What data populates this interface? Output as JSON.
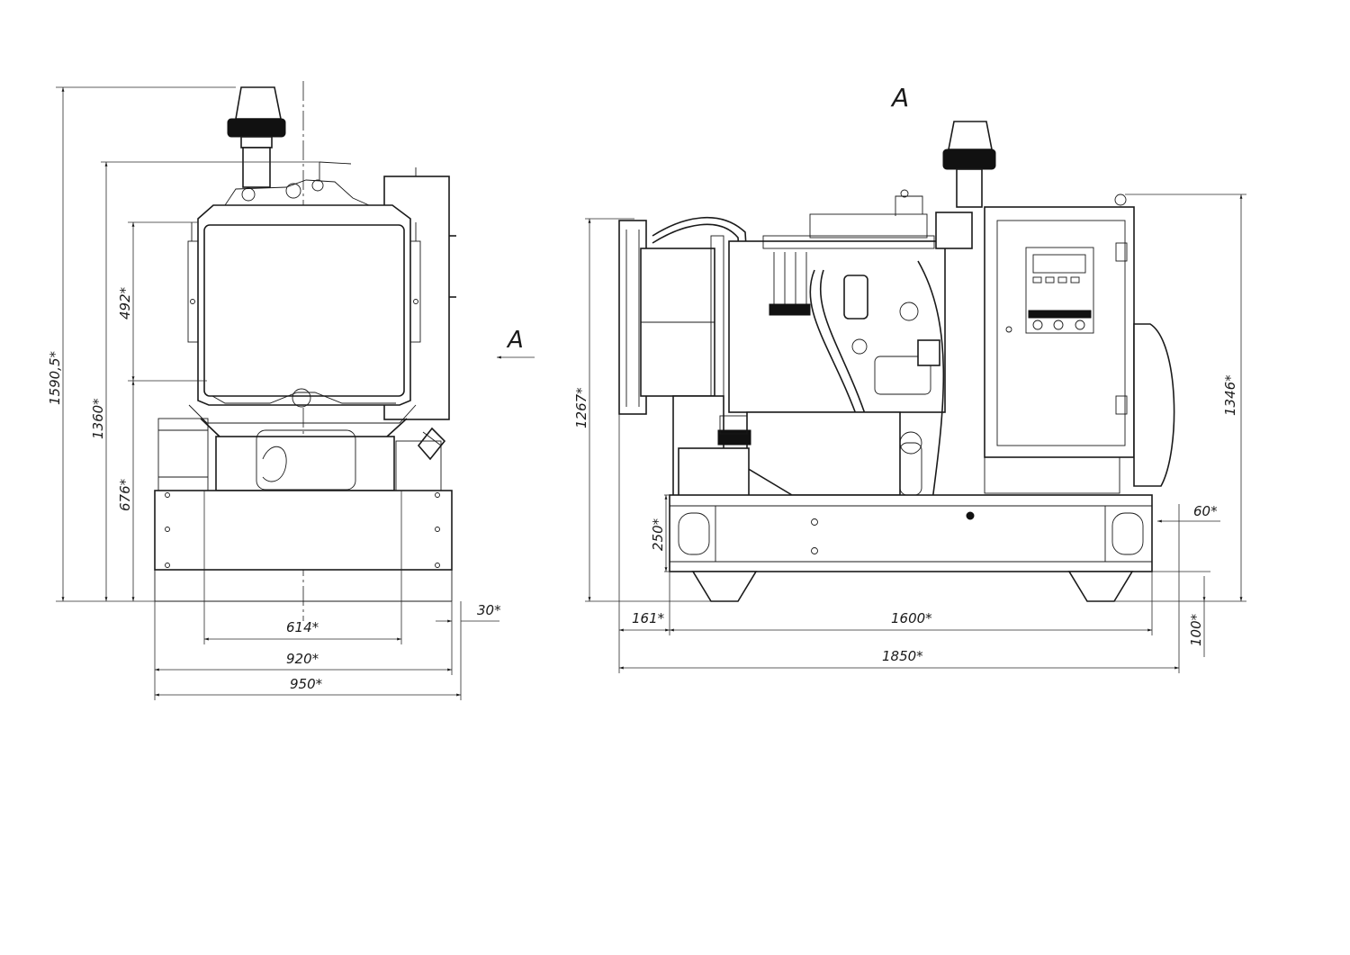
{
  "view_label_side": "A",
  "view_arrow_label": "A",
  "front_view": {
    "dims": {
      "total_height": "1590,5*",
      "height_1360": "1360*",
      "height_492": "492*",
      "height_676": "676*",
      "width_614": "614*",
      "width_920": "920*",
      "width_950": "950*",
      "offset_30": "30*"
    }
  },
  "side_view": {
    "dims": {
      "height_1267": "1267*",
      "height_1346": "1346*",
      "height_250": "250*",
      "offset_60": "60*",
      "length_161": "161*",
      "length_1600": "1600*",
      "length_1850": "1850*",
      "height_100": "100*"
    }
  }
}
